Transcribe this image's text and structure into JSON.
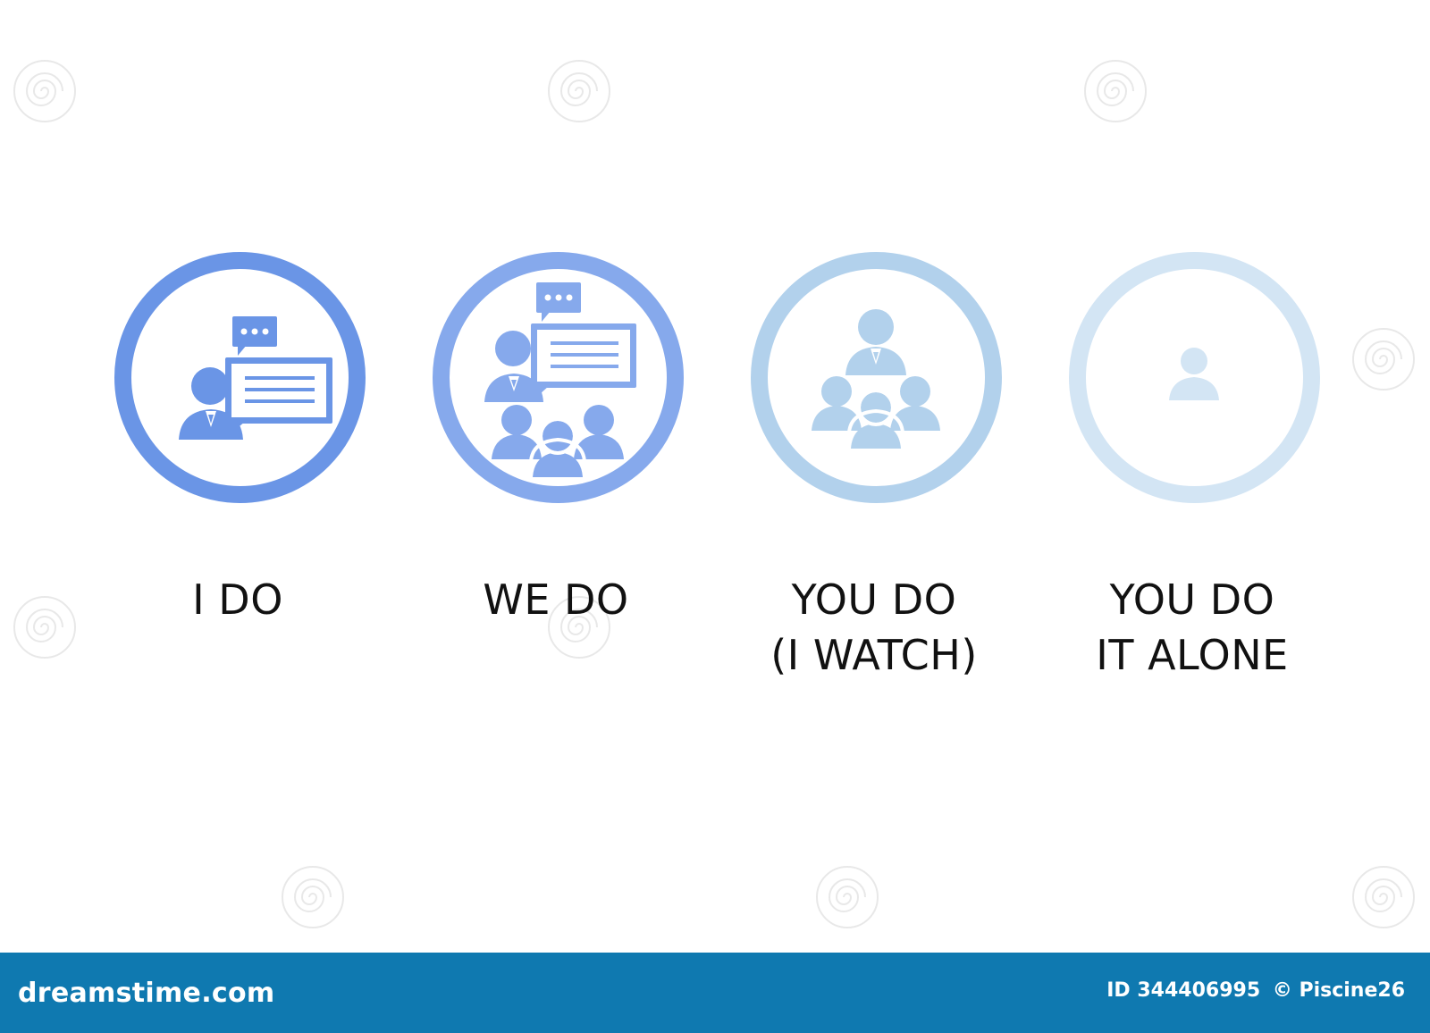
{
  "steps": [
    {
      "label_line1": "I DO",
      "label_line2": "",
      "icon": "teacher-speaking-icon",
      "color": "#6a95e6"
    },
    {
      "label_line1": "WE DO",
      "label_line2": "",
      "icon": "teacher-with-group-icon",
      "color": "#86a9ec"
    },
    {
      "label_line1": "YOU DO",
      "label_line2": "(I WATCH)",
      "icon": "group-with-leader-icon",
      "color": "#b2d1ec"
    },
    {
      "label_line1": "YOU DO",
      "label_line2": "IT ALONE",
      "icon": "single-person-icon",
      "color": "#d3e5f4"
    }
  ],
  "footer": {
    "brand": "dreamstime.com",
    "id_label": "ID 344406995",
    "author": "© Piscine26",
    "bar_color": "#0f79b0"
  },
  "watermark": {
    "icon": "spiral-watermark-icon"
  }
}
